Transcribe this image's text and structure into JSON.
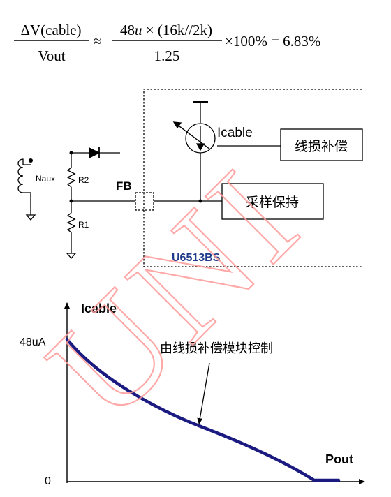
{
  "formula": {
    "numerator_left": "ΔV(cable)",
    "denominator_left": "Vout",
    "approx": "≈",
    "numerator_right_a": "48",
    "numerator_right_u": "u",
    "numerator_right_b": " × (16k//2k)",
    "denominator_right": "1.25",
    "tail": "×100% = 6.83%"
  },
  "circuit": {
    "aux_label": "Naux",
    "r2_label": "R2",
    "r1_label": "R1",
    "fb_label": "FB",
    "icable_label": "Icable",
    "box_compensation": "线损补偿",
    "box_sample_hold": "采样保持",
    "chip_label": "U6513BS"
  },
  "graph": {
    "y_axis_label": "Icable",
    "y_max_tick": "48uA",
    "y_zero_tick": "0",
    "x_axis_label": "Pout",
    "annotation": "由线损补偿模块控制"
  },
  "watermark": {
    "text": "UNI"
  },
  "colors": {
    "ink": "#000000",
    "curve": "#1a1a80",
    "chip_label": "#1f3a8a",
    "watermark": "#ff9a9a"
  }
}
